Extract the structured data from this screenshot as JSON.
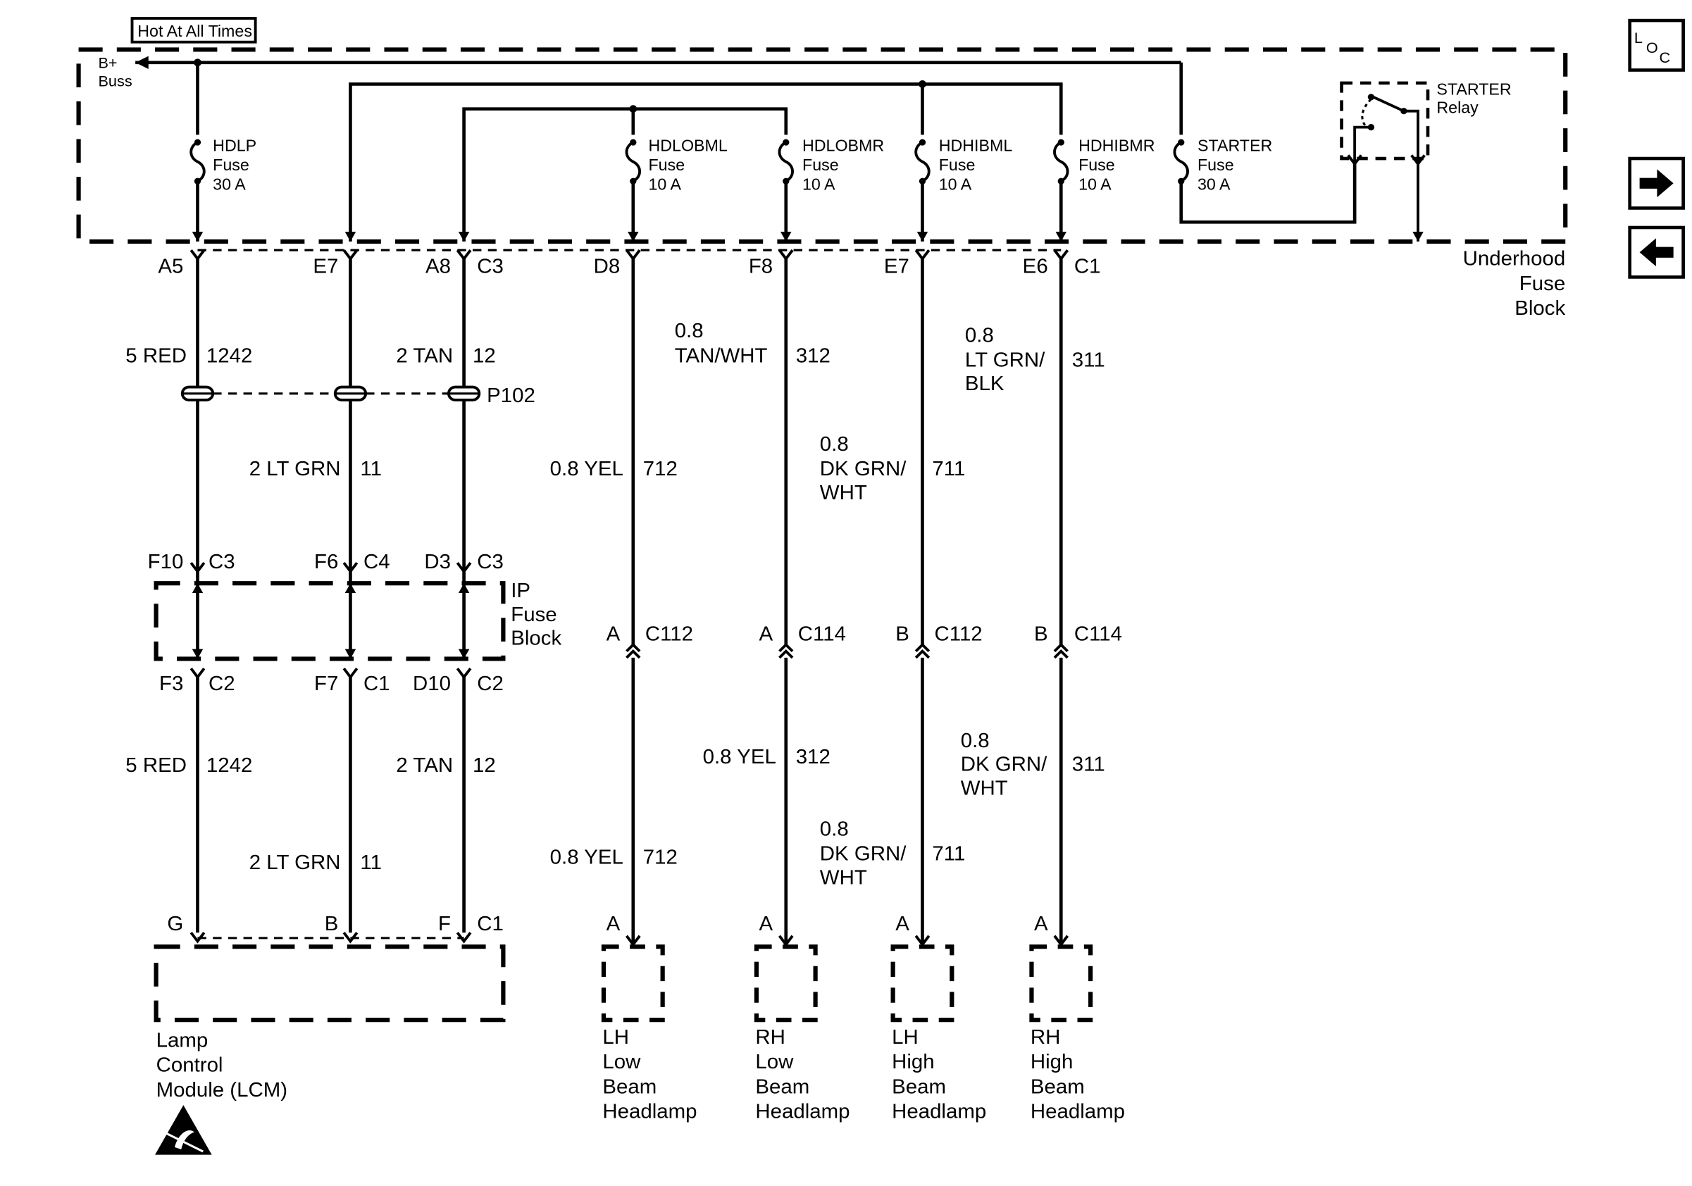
{
  "hot_label": "Hot At All Times",
  "bbuss": {
    "line1": "B+",
    "line2": "Buss"
  },
  "fuses": [
    {
      "name": "HDLP",
      "word": "Fuse",
      "rating": "30 A"
    },
    {
      "name": "HDLOBML",
      "word": "Fuse",
      "rating": "10 A"
    },
    {
      "name": "HDLOBMR",
      "word": "Fuse",
      "rating": "10 A"
    },
    {
      "name": "HDHIBML",
      "word": "Fuse",
      "rating": "10 A"
    },
    {
      "name": "HDHIBMR",
      "word": "Fuse",
      "rating": "10 A"
    },
    {
      "name": "STARTER",
      "word": "Fuse",
      "rating": "30 A"
    }
  ],
  "starter_relay": {
    "line1": "STARTER",
    "line2": "Relay"
  },
  "underhood_block": [
    "Underhood",
    "Fuse",
    "Block"
  ],
  "ip_block": [
    "IP",
    "Fuse",
    "Block"
  ],
  "lcm_label": [
    "Lamp",
    "Control",
    "Module (LCM)"
  ],
  "top_connectors": [
    "A5",
    "E7",
    "A8",
    "C3",
    "D8",
    "F8",
    "E7",
    "E6",
    "C1"
  ],
  "p102": "P102",
  "ip_top": [
    "F10",
    "C3",
    "F6",
    "C4",
    "D3",
    "C3"
  ],
  "ip_bottom": [
    "F3",
    "C2",
    "F7",
    "C1",
    "D10",
    "C2"
  ],
  "lcm_pins": [
    "G",
    "B",
    "F",
    "C1"
  ],
  "headlamp_conn": [
    {
      "pin": "A",
      "conn": "C112"
    },
    {
      "pin": "A",
      "conn": "C114"
    },
    {
      "pin": "B",
      "conn": "C112"
    },
    {
      "pin": "B",
      "conn": "C114"
    }
  ],
  "headlamp_pins": [
    "A",
    "A",
    "A",
    "A"
  ],
  "wires_upper": {
    "w1242": {
      "gauge": "5 RED",
      "circuit": "1242"
    },
    "w12": {
      "gauge": "2 TAN",
      "circuit": "12"
    },
    "w312": {
      "gauge1": "0.8",
      "gauge2": "TAN/WHT",
      "circuit": "312"
    },
    "w311": {
      "gauge1": "0.8",
      "gauge2": "LT GRN/",
      "gauge3": "BLK",
      "circuit": "311"
    }
  },
  "wires_mid": {
    "w11": {
      "gauge": "2 LT GRN",
      "circuit": "11"
    },
    "w712": {
      "gauge": "0.8 YEL",
      "circuit": "712"
    },
    "w711": {
      "gauge1": "0.8",
      "gauge2": "DK GRN/",
      "gauge3": "WHT",
      "circuit": "711"
    }
  },
  "wires_lower": {
    "w1242": {
      "gauge": "5 RED",
      "circuit": "1242"
    },
    "w12": {
      "gauge": "2 TAN",
      "circuit": "12"
    },
    "w312": {
      "gauge": "0.8 YEL",
      "circuit": "312"
    },
    "w311": {
      "gauge1": "0.8",
      "gauge2": "DK GRN/",
      "gauge3": "WHT",
      "circuit": "311"
    },
    "w11": {
      "gauge": "2 LT GRN",
      "circuit": "11"
    },
    "w712": {
      "gauge": "0.8 YEL",
      "circuit": "712"
    },
    "w711": {
      "gauge1": "0.8",
      "gauge2": "DK GRN/",
      "gauge3": "WHT",
      "circuit": "711"
    }
  },
  "headlamps": [
    [
      "LH",
      "Low",
      "Beam",
      "Headlamp"
    ],
    [
      "RH",
      "Low",
      "Beam",
      "Headlamp"
    ],
    [
      "LH",
      "High",
      "Beam",
      "Headlamp"
    ],
    [
      "RH",
      "High",
      "Beam",
      "Headlamp"
    ]
  ],
  "loc_icon": {
    "l": "L",
    "o": "O",
    "c": "C"
  },
  "icons": [
    "loc-icon",
    "arrow-right-icon",
    "arrow-left-icon",
    "esd-warning-icon"
  ]
}
